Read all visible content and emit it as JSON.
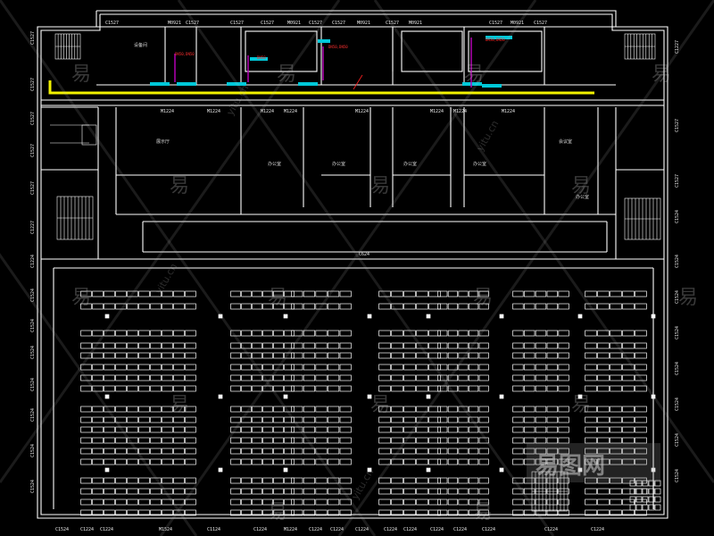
{
  "colors": {
    "background": "#000000",
    "wall": "#ffffff",
    "pipe": "#f2f200",
    "fixture": "#00c8d8",
    "riser": "#c000c0",
    "accent_red": "#ff2020",
    "watermark": "#bbbbbb"
  },
  "labels": {
    "top": [
      "C1527",
      "M0921",
      "C1527",
      "C1527",
      "C1527",
      "M0921",
      "C1527",
      "C1527",
      "M0921",
      "C1527",
      "M0921",
      "C1527",
      "M0921",
      "C1527"
    ],
    "corridor": [
      "M1224",
      "M1224",
      "M1224",
      "M1224",
      "M1224",
      "M1224",
      "M1224",
      "M1224"
    ],
    "bottom": [
      "C1524",
      "C1224",
      "C1224",
      "M1524",
      "C1124",
      "C1224",
      "M1224",
      "C1224",
      "C1224",
      "C1224",
      "C1224",
      "C1224",
      "C1224",
      "C1224",
      "C1224",
      "C1224",
      "C1224"
    ],
    "left": [
      "C1527",
      "C1527",
      "C1527",
      "C1527",
      "C1527",
      "C1227",
      "C1224",
      "C1524",
      "C1524",
      "C1524",
      "C1524",
      "C1524",
      "C1524",
      "C1524"
    ],
    "right": [
      "C1227",
      "C1527",
      "C1527",
      "C1524",
      "C1524",
      "C1524",
      "C1524",
      "C1524",
      "C1524",
      "C1524",
      "C1524"
    ],
    "red_tags": [
      "DN50,DN50",
      "DN50",
      "DN50,DN50",
      "DN50,DN50"
    ],
    "center": "C624"
  },
  "rooms": {
    "top_row": [
      "设备间",
      "",
      "",
      "",
      "",
      "",
      "",
      ""
    ],
    "middle_row": [
      "展示厅",
      "办公室",
      "办公室",
      "办公室",
      "办公室",
      "会议室",
      "办公室"
    ]
  },
  "watermarks": {
    "main_glyphs": [
      "易",
      "易",
      "易",
      "易",
      "易",
      "易",
      "易",
      "易",
      "易",
      "易",
      "易",
      "易",
      "易",
      "易",
      "易",
      "易"
    ],
    "domain": [
      "yitu.cn",
      "yitu.cn",
      "yitu.cn",
      "yitu.cn"
    ],
    "corner_brand": "易图网"
  }
}
